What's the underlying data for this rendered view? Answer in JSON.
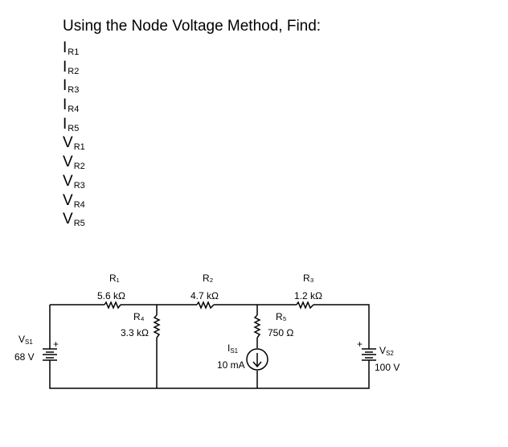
{
  "problem": {
    "title": "Using the Node Voltage Method, Find:",
    "targets": [
      {
        "symbol": "I",
        "sub": "R1"
      },
      {
        "symbol": "I",
        "sub": "R2"
      },
      {
        "symbol": "I",
        "sub": "R3"
      },
      {
        "symbol": "I",
        "sub": "R4"
      },
      {
        "symbol": "I",
        "sub": "R5"
      },
      {
        "symbol": "V",
        "sub": "R1"
      },
      {
        "symbol": "V",
        "sub": "R2"
      },
      {
        "symbol": "V",
        "sub": "R3"
      },
      {
        "symbol": "V",
        "sub": "R4"
      },
      {
        "symbol": "V",
        "sub": "R5"
      }
    ]
  },
  "circuit": {
    "r1": {
      "name": "R₁",
      "value": "5.6 kΩ"
    },
    "r2": {
      "name": "R₂",
      "value": "4.7 kΩ"
    },
    "r3": {
      "name": "R₃",
      "value": "1.2 kΩ"
    },
    "r4": {
      "name": "R₄",
      "value": "3.3 kΩ"
    },
    "r5": {
      "name": "R₅",
      "value": "750 Ω"
    },
    "vs1": {
      "name": "V",
      "sub": "S1",
      "value": "68 V"
    },
    "vs2": {
      "name": "V",
      "sub": "S2",
      "value": "100 V"
    },
    "is1": {
      "name": "I",
      "sub": "S1",
      "value": "10 mA"
    },
    "plus": "+"
  }
}
